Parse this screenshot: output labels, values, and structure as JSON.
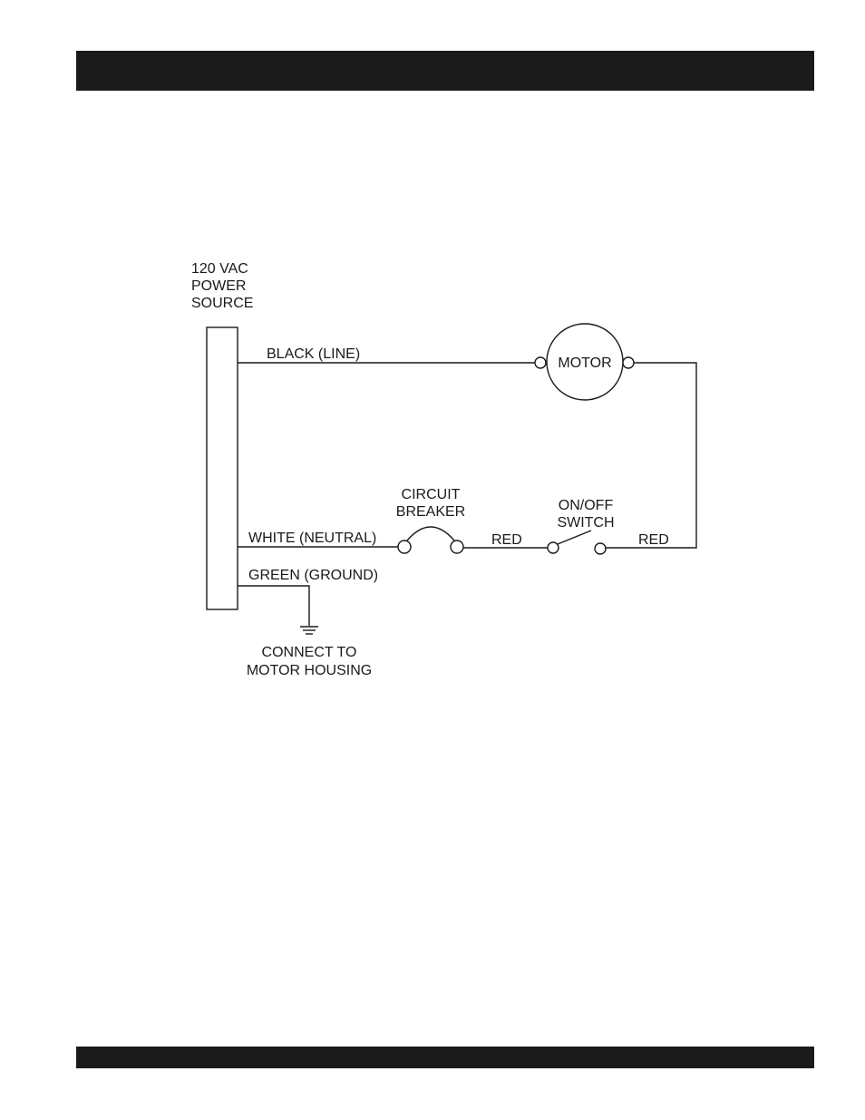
{
  "header": {
    "bar_color": "#1a1a1a"
  },
  "footer": {
    "bar_color": "#1a1a1a"
  },
  "diagram": {
    "power_source": [
      "120 VAC",
      "POWER",
      "SOURCE"
    ],
    "black_line": "BLACK (LINE)",
    "motor": "MOTOR",
    "circuit_breaker": [
      "CIRCUIT",
      "BREAKER"
    ],
    "onoff_switch": [
      "ON/OFF",
      "SWITCH"
    ],
    "white_neutral": "WHITE (NEUTRAL)",
    "red_1": "RED",
    "red_2": "RED",
    "green_ground": "GREEN (GROUND)",
    "ground_note": [
      "CONNECT TO",
      "MOTOR HOUSING"
    ]
  }
}
